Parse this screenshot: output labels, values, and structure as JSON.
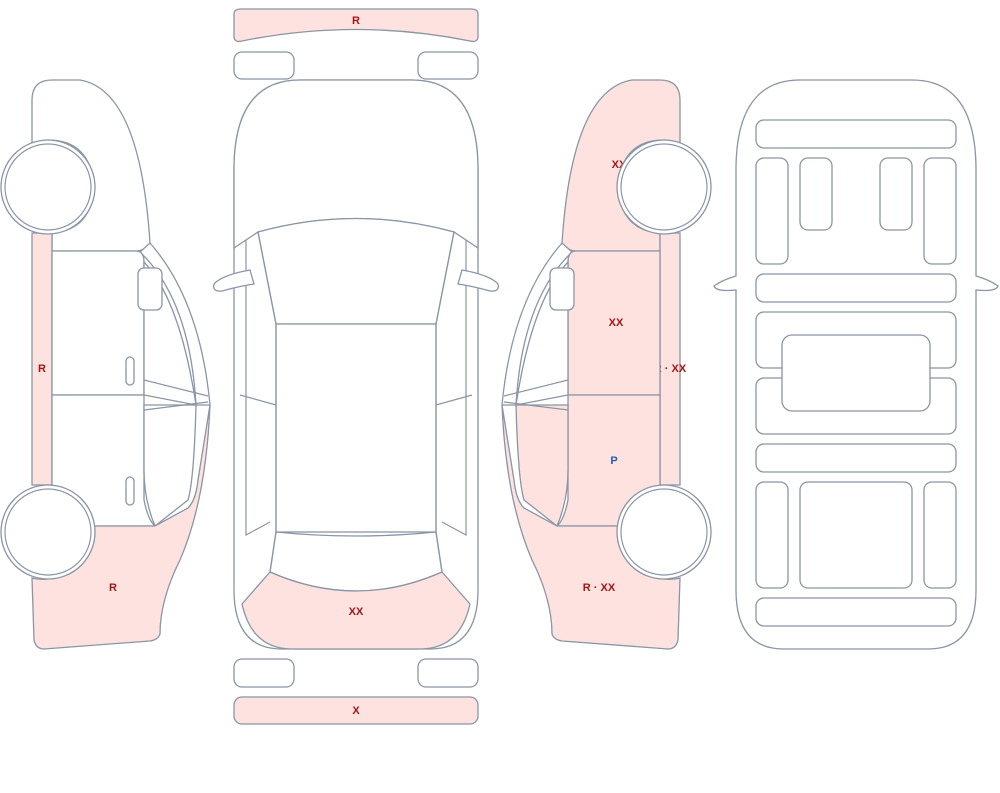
{
  "colors": {
    "outline": "#8a95a5",
    "damage_fill": "#fde2df",
    "label_damage": "#a31515",
    "label_paint": "#2160a8"
  },
  "marks": {
    "front_bumper": "R",
    "left_rocker": "R",
    "left_rear_quarter": "R",
    "top_trunk": "XX",
    "rear_bumper": "X",
    "right_front_fender": "XX",
    "right_front_door": "XX",
    "right_rocker": "R · XX",
    "right_rear_door": "P",
    "right_rear_quarter": "R · XX"
  }
}
